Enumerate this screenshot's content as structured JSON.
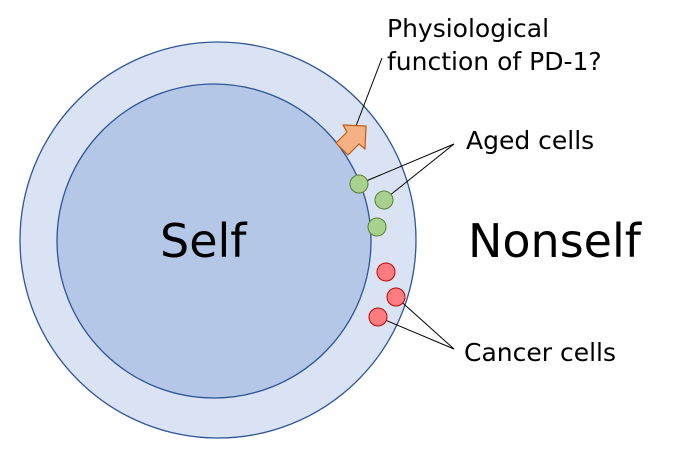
{
  "labels": {
    "self": "Self",
    "nonself": "Nonself",
    "aged_cells": "Aged cells",
    "cancer_cells": "Cancer cells",
    "question_line1": "Physiological",
    "question_line2": "function of PD-1?"
  },
  "colors": {
    "outer_ring_fill": "#dae3f3",
    "inner_circle_fill": "#b4c7e7",
    "circle_stroke": "#2f5597",
    "aged_cell_fill": "#a9d18e",
    "aged_cell_stroke": "#548235",
    "cancer_cell_fill": "#ff7c80",
    "cancer_cell_stroke": "#c00000",
    "arrow_fill": "#f4b183",
    "arrow_stroke": "#c55a11",
    "text": "#000000"
  },
  "icons": {
    "arrow": "thick-arrow-up-right"
  }
}
